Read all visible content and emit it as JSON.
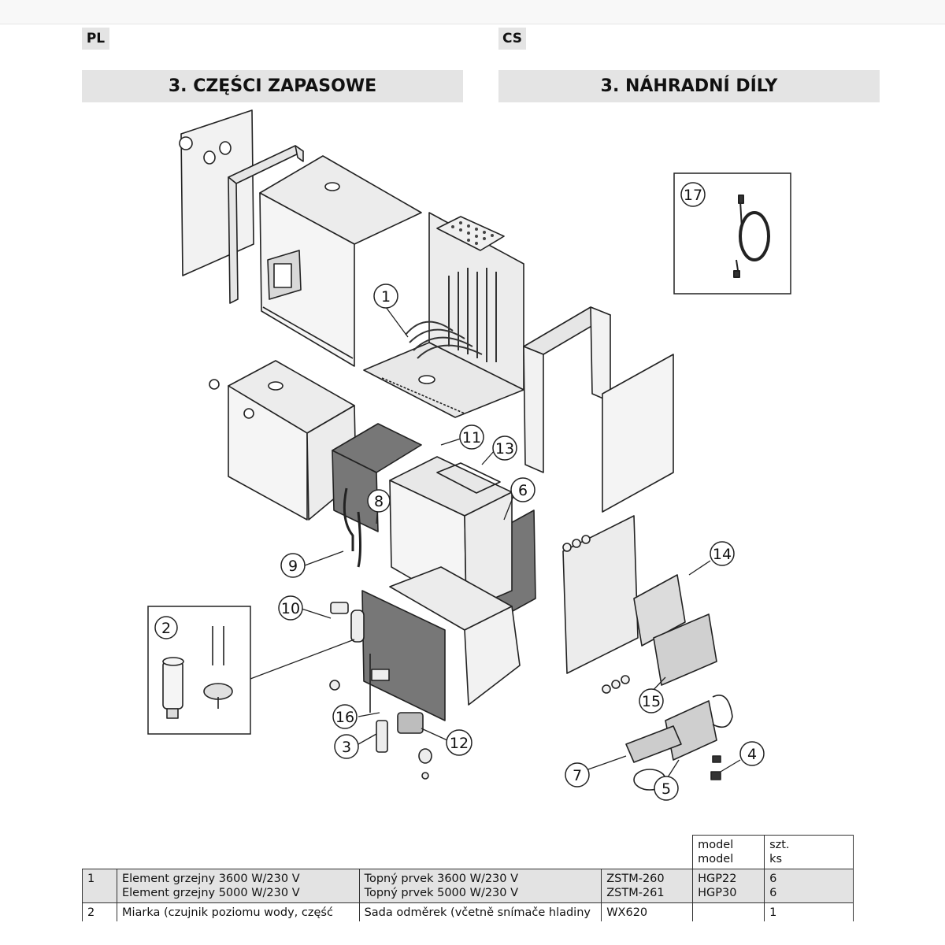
{
  "header": {
    "lang_left": "PL",
    "lang_right": "CS",
    "title_left": "3. CZĘŚCI ZAPASOWE",
    "title_right": "3. NÁHRADNÍ DÍLY"
  },
  "diagram": {
    "callouts": [
      "1",
      "2",
      "3",
      "4",
      "5",
      "6",
      "7",
      "8",
      "9",
      "10",
      "11",
      "12",
      "13",
      "14",
      "15",
      "16",
      "17"
    ]
  },
  "table": {
    "header": {
      "model_line1": "model",
      "model_line2": "model",
      "qty_line1": "szt.",
      "qty_line2": "ks"
    },
    "rows": [
      {
        "no": "1",
        "pl_line1": "Element grzejny 3600 W/230 V",
        "pl_line2": "Element grzejny 5000 W/230 V",
        "cs_line1": "Topný prvek 3600 W/230 V",
        "cs_line2": "Topný prvek 5000 W/230 V",
        "code_line1": "ZSTM-260",
        "code_line2": "ZSTM-261",
        "model_line1": "HGP22",
        "model_line2": "HGP30",
        "qty_line1": "6",
        "qty_line2": "6"
      },
      {
        "no": "2",
        "pl_line1": "Miarka (czujnik poziomu wody, część",
        "cs_line1": "Sada odměrek (včetně snímače hladiny",
        "code_line1": "WX620",
        "model_line1": "",
        "qty_line1": "1"
      }
    ]
  }
}
